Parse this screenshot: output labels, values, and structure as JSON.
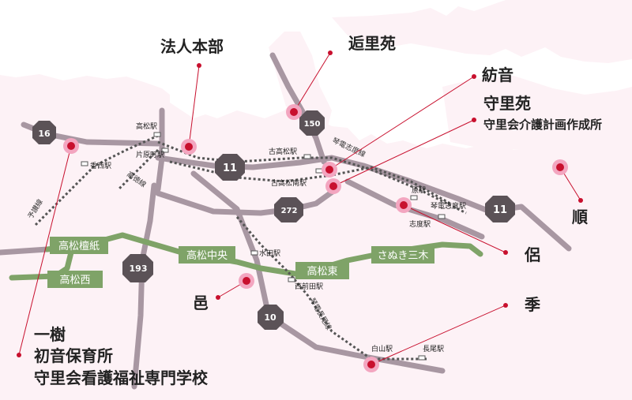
{
  "colors": {
    "land": "#fdf2f6",
    "sea": "#ffffff",
    "road": "#a897a2",
    "railway": "#555555",
    "highway": "#7fa368",
    "facility": "#c8102e",
    "facility_ring": "#f3a6c0",
    "route_badge": "#5b5257",
    "leader": "#c8102e"
  },
  "facilities": {
    "houjin_honbu": "法人本部",
    "seirien": "逅里苑",
    "tsumugine": "紡音",
    "shurien": "守里苑",
    "shurien_sub": "守里会介護計画作成所",
    "jun": "順",
    "ryo": "侶",
    "toki": "季",
    "yu": "邑",
    "kazuki": "一樹",
    "hatsune": "初音保育所",
    "nursing_school": "守里会看護福祉専門学校"
  },
  "stations": {
    "takamatsu": "高松駅",
    "katahara": "片原町駅",
    "kawa": "香西駅",
    "kotakamatsu": "古高松駅",
    "kotakamatsu_minami": "古高松南駅",
    "hara": "原駅",
    "kotoden_shido": "琴電志度駅",
    "shido": "志度駅",
    "mizuta": "水田駅",
    "nishimaeda": "西前田駅",
    "shiroyama": "白山駅",
    "nagao": "長尾駅"
  },
  "lines": {
    "yosan": "予讃線",
    "kotoku": "高徳線",
    "kotoden_shido_line": "琴電志度線",
    "kotoden_nagao_line": "琴電長尾線"
  },
  "highway": {
    "takamatsu_danshi": "高松檀紙",
    "takamatsu_nishi": "高松西",
    "takamatsu_chuo": "高松中央",
    "takamatsu_higashi": "高松東",
    "sanuki_miki": "さぬき三木"
  },
  "routes": {
    "r16": "16",
    "r150": "150",
    "r11_west": "11",
    "r11_east": "11",
    "r272": "272",
    "r193": "193",
    "r10": "10"
  }
}
